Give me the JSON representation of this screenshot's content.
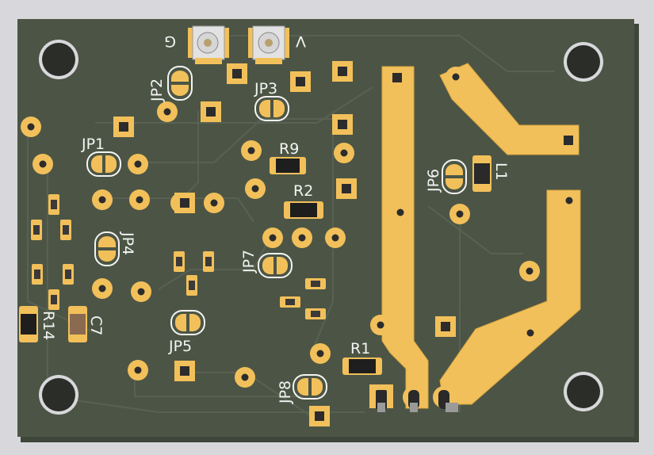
{
  "colors": {
    "background": "#d8d8dc",
    "board": "#4c5545",
    "board_shade": "#3e463a",
    "trace": "#5d6656",
    "copper": "#f2c05a",
    "copper_edge": "#d9a640",
    "hole": "#2c2c2c",
    "silkscreen": "#f4f4f4",
    "resistor_body": "#1e1e1e",
    "capacitor_body": "#8a6a50"
  },
  "connectors": {
    "left_label": "G",
    "right_label": "V"
  },
  "jumpers": [
    {
      "id": "jp1",
      "label": "JP1"
    },
    {
      "id": "jp2",
      "label": "JP2"
    },
    {
      "id": "jp3",
      "label": "JP3"
    },
    {
      "id": "jp4",
      "label": "JP4"
    },
    {
      "id": "jp5",
      "label": "JP5"
    },
    {
      "id": "jp6",
      "label": "JP6"
    },
    {
      "id": "jp7",
      "label": "JP7"
    },
    {
      "id": "jp8",
      "label": "JP8"
    }
  ],
  "resistors": [
    {
      "id": "r1",
      "label": "R1"
    },
    {
      "id": "r2",
      "label": "R2"
    },
    {
      "id": "r9",
      "label": "R9"
    },
    {
      "id": "r14",
      "label": "R14"
    }
  ],
  "capacitors": [
    {
      "id": "c7",
      "label": "C7"
    }
  ],
  "inductors": [
    {
      "id": "l1",
      "label": "L1"
    }
  ]
}
